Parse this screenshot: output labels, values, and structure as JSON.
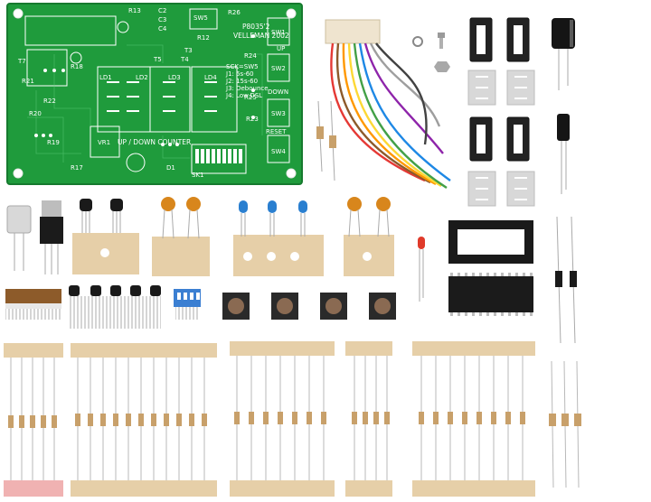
{
  "pcb": {
    "model_line1": "P8035'2",
    "model_line2": "VELLEMAN 2002",
    "counter_label": "UP / DOWN COUNTER",
    "ref_labels": {
      "r13": "R13",
      "c2": "C2",
      "c3": "C3",
      "c4": "C4",
      "sw5": "SW5",
      "r26": "R26",
      "r12": "R12",
      "t7": "T7",
      "t3": "T3",
      "t4": "T4",
      "t5": "T5",
      "r21": "R21",
      "r22": "R22",
      "r20": "R20",
      "r19": "R19",
      "r18": "R18",
      "r17": "R17",
      "r24": "R24",
      "r25": "R25",
      "r23": "R23",
      "ld1": "LD1",
      "ld2": "LD2",
      "ld3": "LD3",
      "ld4": "LD4",
      "vr1": "VR1",
      "sk1": "SK1",
      "d1": "D1",
      "sw1": "SW1",
      "sw2": "SW2",
      "sw3": "SW3",
      "sw4": "SW4",
      "up": "UP",
      "down": "DOWN",
      "reset": "RESET"
    },
    "jumper_labels": [
      "SCK=SW5",
      "J1: 5s-60",
      "J2: 15s-60",
      "J3: Debounce",
      "J4: Low.DSL"
    ]
  },
  "colors": {
    "pcb_green": "#1f9b3c",
    "pcb_silk": "#ffffff",
    "resistor_body": "#c8a06a",
    "tape": "#e6cfa8",
    "ceramic_cap": "#d8861c",
    "blue_led": "#2a7fd0",
    "red_led": "#e03a2a",
    "dip_switch": "#3b7fd2",
    "ic_black": "#1a1a1a",
    "tactile_button": "#8a6a52"
  }
}
